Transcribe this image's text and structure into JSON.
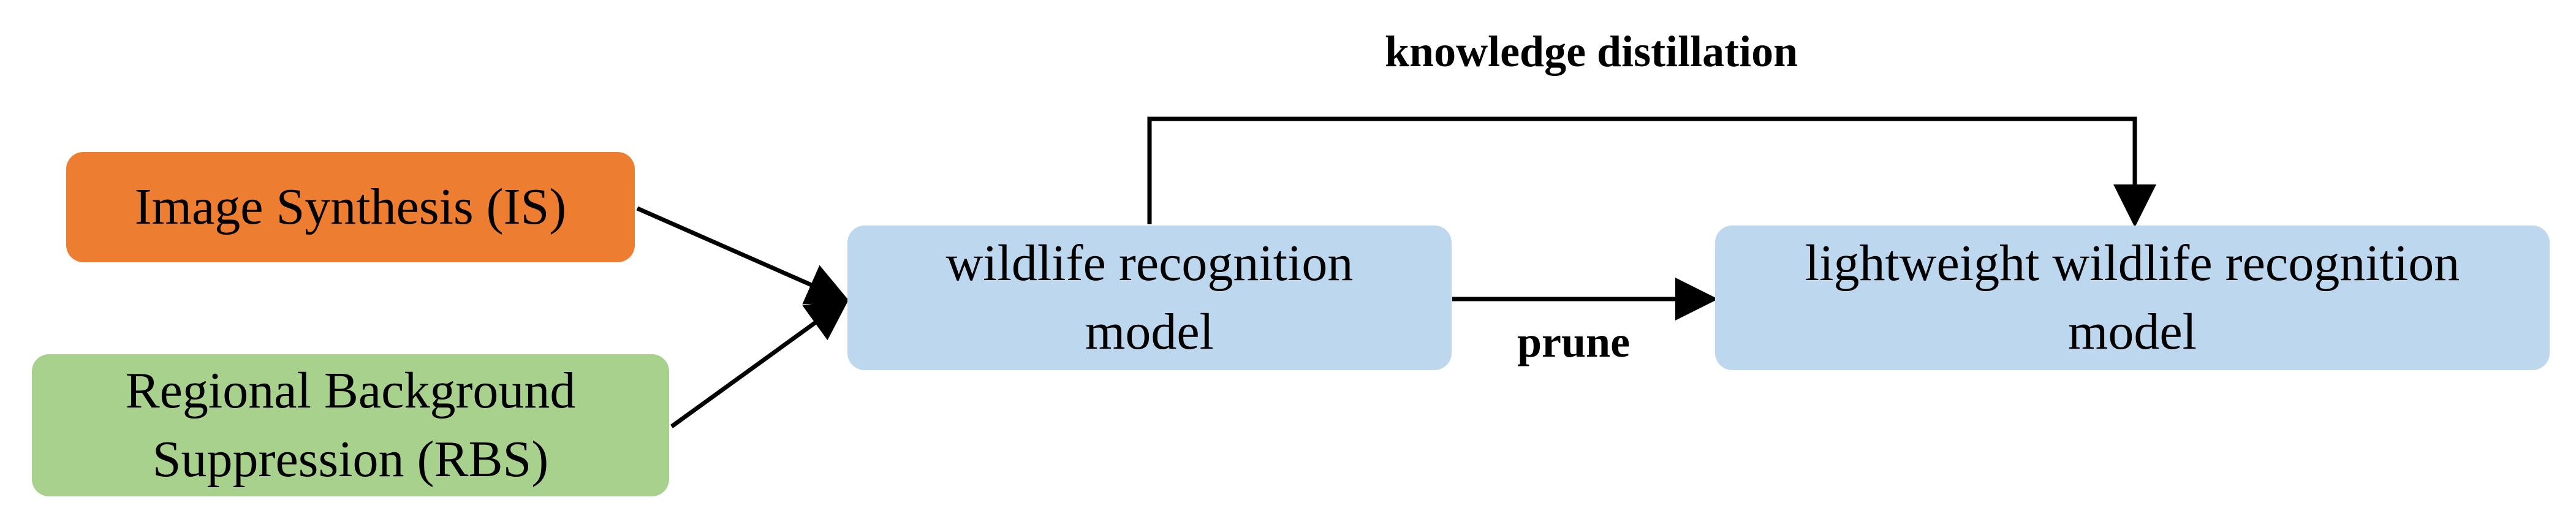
{
  "nodes": {
    "image_synthesis": {
      "label": "Image Synthesis (IS)",
      "fill": "#ED7D31"
    },
    "regional_background_suppression": {
      "label": "Regional Background Suppression (RBS)",
      "fill": "#A9D18E"
    },
    "wildlife_recognition_model": {
      "label": "wildlife recognition model",
      "fill": "#BDD7EE"
    },
    "lightweight_model": {
      "label": "lightweight wildlife recognition model",
      "fill": "#BDD7EE"
    }
  },
  "edges": {
    "knowledge_distillation": {
      "label": "knowledge distillation"
    },
    "prune": {
      "label": "prune"
    }
  },
  "colors": {
    "line": "#000000"
  }
}
